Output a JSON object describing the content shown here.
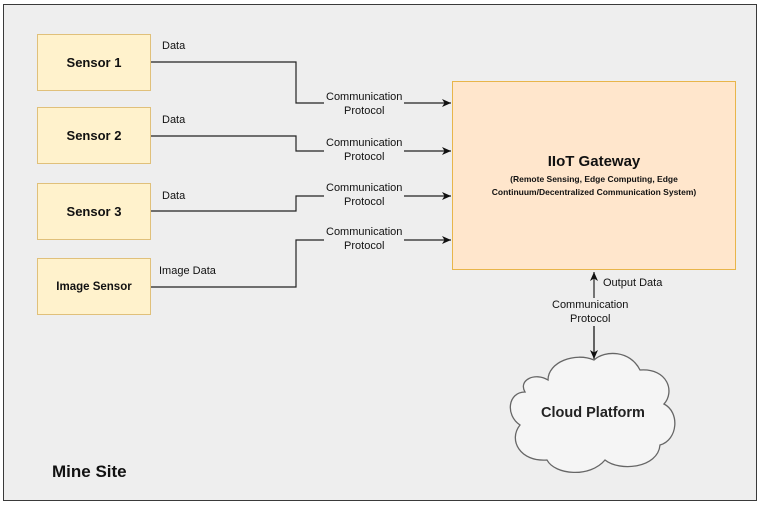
{
  "diagram": {
    "container_label": "Mine Site",
    "sensors": [
      {
        "label": "Sensor 1",
        "edge_label": "Data"
      },
      {
        "label": "Sensor 2",
        "edge_label": "Data"
      },
      {
        "label": "Sensor 3",
        "edge_label": "Data"
      },
      {
        "label": "Image Sensor",
        "edge_label": "Image Data"
      }
    ],
    "protocol_label_line1": "Communication",
    "protocol_label_line2": "Protocol",
    "gateway": {
      "title": "IIoT Gateway",
      "subtitle_line1": "(Remote Sensing, Edge Computing, Edge",
      "subtitle_line2": "Continuum/Decentralized Communication System)"
    },
    "gateway_to_cloud": {
      "edge_label": "Output Data",
      "protocol_line1": "Communication",
      "protocol_line2": "Protocol"
    },
    "cloud": {
      "label": "Cloud Platform"
    },
    "colors": {
      "sensor_fill": "#fff2cc",
      "sensor_stroke": "#e0c07a",
      "gateway_fill": "#ffe6cc",
      "gateway_stroke": "#e8b54a",
      "cloud_fill": "#f5f5f5",
      "background": "#eeeeee"
    }
  }
}
